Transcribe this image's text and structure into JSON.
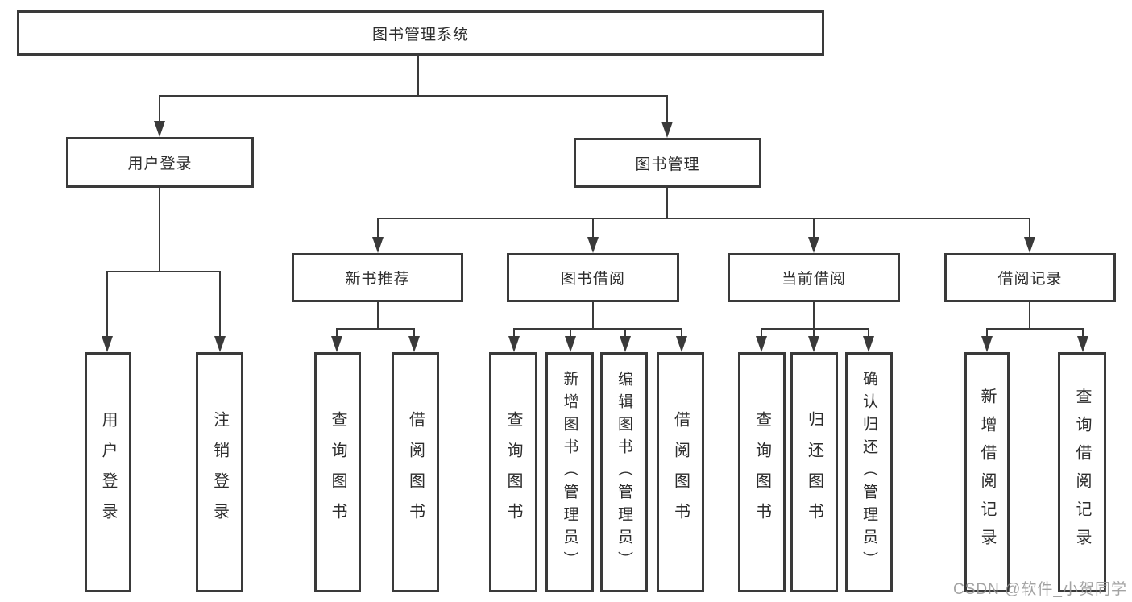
{
  "nodes": {
    "root": "图书管理系统",
    "user_login": "用户登录",
    "book_mgmt": "图书管理",
    "new_book_rec": "新书推荐",
    "book_borrow": "图书借阅",
    "current_borrow": "当前借阅",
    "borrow_records": "借阅记录",
    "leaf_user_login": "用户登录",
    "leaf_logout": "注销登录",
    "leaf_nb_query_book": "查询图书",
    "leaf_nb_borrow_book": "借阅图书",
    "leaf_bb_query_book": "查询图书",
    "leaf_bb_add_book_admin": "新增图书（管理员）",
    "leaf_bb_edit_book_admin": "编辑图书（管理员）",
    "leaf_bb_borrow_book": "借阅图书",
    "leaf_cb_query_book": "查询图书",
    "leaf_cb_return_book": "归还图书",
    "leaf_cb_confirm_return_admin": "确认归还（管理员）",
    "leaf_br_add_record": "新增借阅记录",
    "leaf_br_query_record": "查询借阅记录"
  },
  "watermark": "CSDN @软件_小贺同学",
  "colors": {
    "line": "#3a3a3a",
    "border": "#3a3a3a",
    "text": "#2d2d2d",
    "watermark": "#969696",
    "background": "#ffffff"
  }
}
